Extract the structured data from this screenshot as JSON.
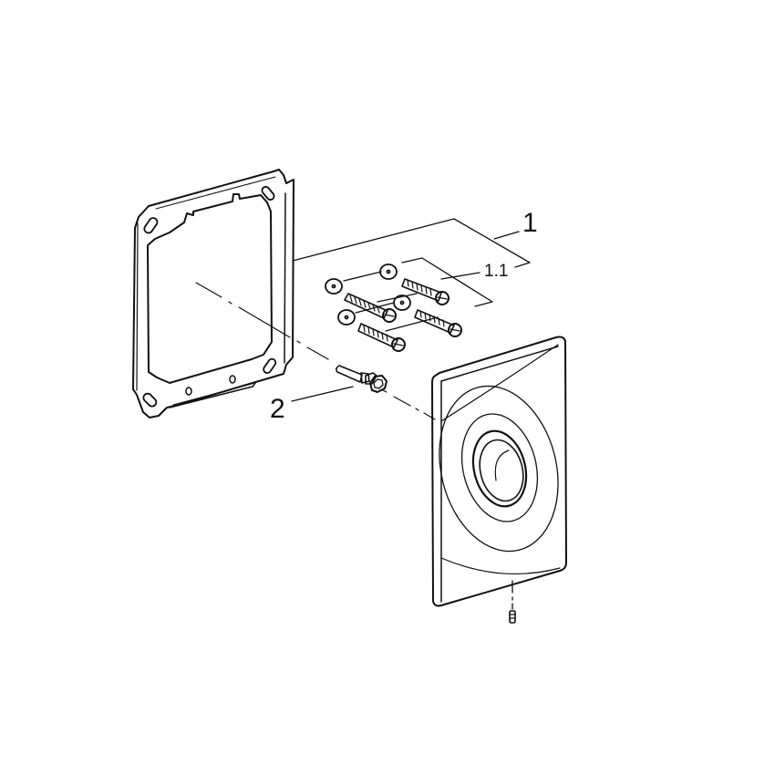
{
  "diagram": {
    "type": "exploded-assembly-view",
    "background": "#ffffff",
    "line_color": "#111111",
    "parts": [
      {
        "id": "frame",
        "name": "Mounting frame"
      },
      {
        "id": "plate",
        "name": "Cover plate with round push button"
      },
      {
        "id": "screws",
        "name": "Screws with washers",
        "count": 4
      },
      {
        "id": "spindle",
        "name": "Actuator spindle with hex nut"
      },
      {
        "id": "set-screw",
        "name": "Set screw"
      }
    ],
    "callouts": [
      {
        "key": "c1",
        "label": "1"
      },
      {
        "key": "c11",
        "label": "1.1"
      },
      {
        "key": "c2",
        "label": "2"
      }
    ]
  },
  "labels": {
    "c1": "1",
    "c11": "1.1",
    "c2": "2"
  }
}
